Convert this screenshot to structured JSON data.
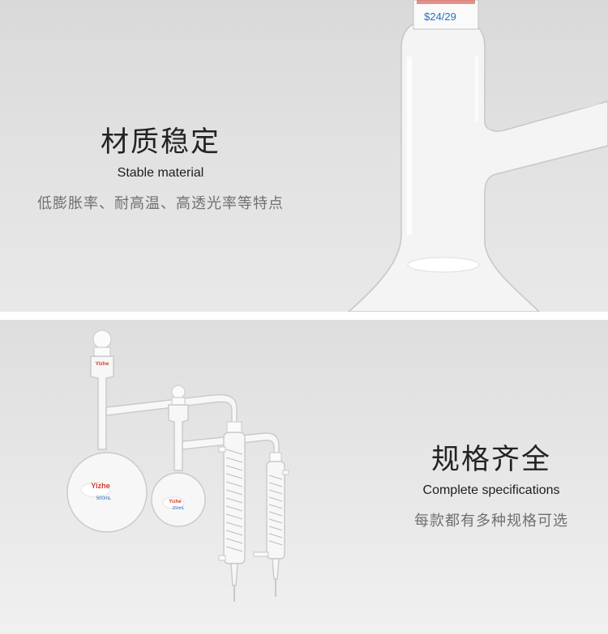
{
  "section_material": {
    "title_cn": "材质稳定",
    "title_en": "Stable material",
    "desc_cn": "低膨胀率、耐高温、高透光率等特点",
    "joint_label": "$24/29"
  },
  "section_specs": {
    "title_cn": "规格齐全",
    "title_en": "Complete specifications",
    "desc_cn": "每款都有多种规格可选",
    "brand_mark": "Yizhe",
    "flask_large_volume": "500mL",
    "flask_small_volume": "250mL"
  },
  "colors": {
    "brand_red": "#d23a2f",
    "joint_blue": "#2a6fc0"
  }
}
